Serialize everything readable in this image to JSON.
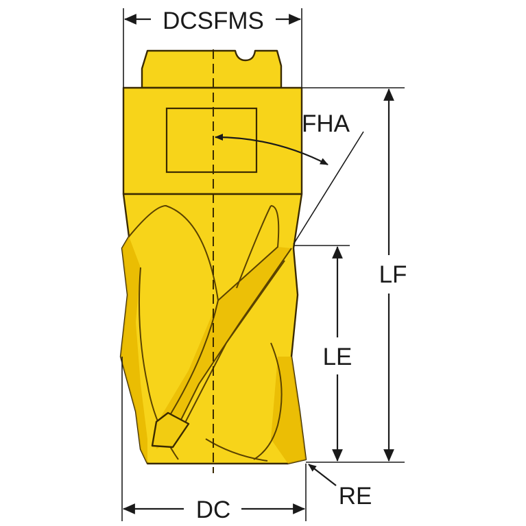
{
  "labels": {
    "shank_diameter": "DCSFMS",
    "flat_angle": "FHA",
    "functional_length": "LF",
    "cutting_edge_length": "LE",
    "cutting_diameter": "DC",
    "corner_radius": "RE"
  },
  "colors": {
    "body": "#F7D41A",
    "body_shade": "#E7B800",
    "outline": "#3A2A00",
    "dimension": "#1A1A1A"
  }
}
